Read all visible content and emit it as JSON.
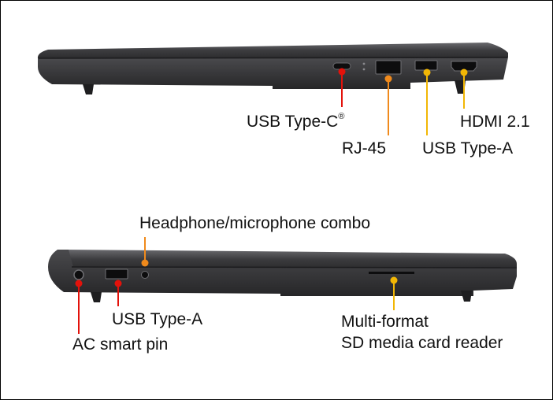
{
  "colors": {
    "red": "#e3120b",
    "orange": "#f08a1c",
    "yellow": "#f2b705",
    "laptop_body": "#3a3a3c",
    "laptop_dark": "#2a2a2c",
    "laptop_edge": "#5a5a5e"
  },
  "right_side": {
    "labels": {
      "usb_c": "USB Type-C",
      "usb_c_mark": "®",
      "rj45": "RJ-45",
      "usb_a": "USB Type-A",
      "hdmi": "HDMI 2.1"
    }
  },
  "left_side": {
    "labels": {
      "headphone": "Headphone/microphone combo",
      "usb_a": "USB Type-A",
      "ac_pin": "AC smart pin",
      "sd_line1": "Multi-format",
      "sd_line2": "SD media card reader"
    }
  }
}
